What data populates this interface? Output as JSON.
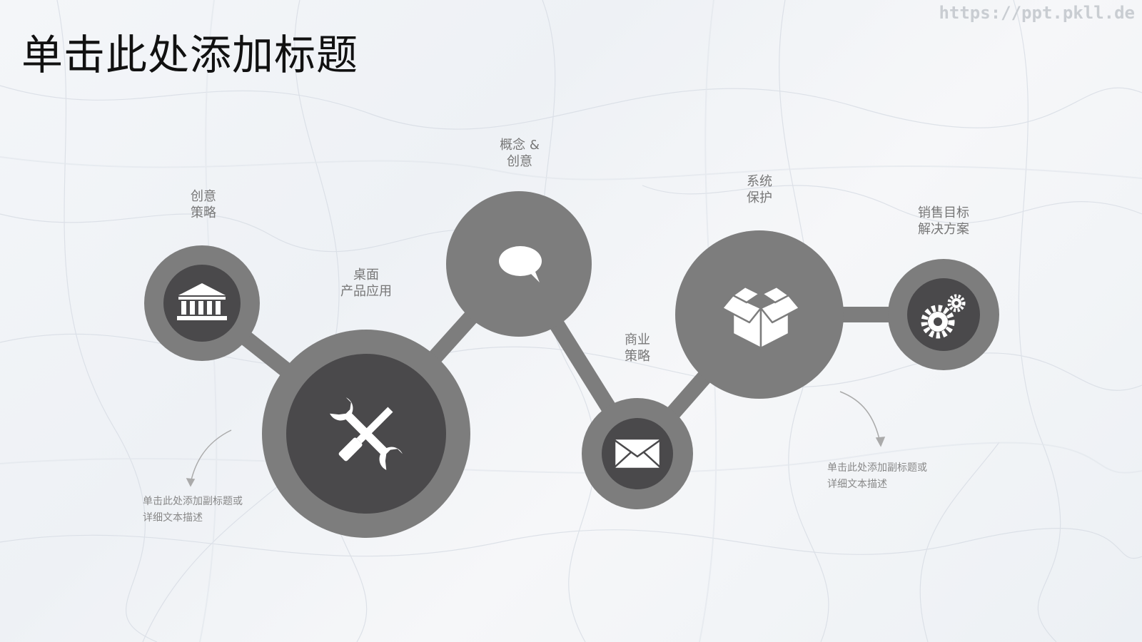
{
  "slide": {
    "title": "单击此处添加标题",
    "watermark": "https://ppt.pkll.de"
  },
  "nodes": [
    {
      "id": "strategy",
      "icon": "bank-icon",
      "label_line1": "创意",
      "label_line2": "策略"
    },
    {
      "id": "desktop",
      "icon": "wrench-screwdriver-icon",
      "label_line1": "桌面",
      "label_line2": "产品应用"
    },
    {
      "id": "concept",
      "icon": "speech-bubble-icon",
      "label_line1": "概念 &",
      "label_line2": "创意"
    },
    {
      "id": "business",
      "icon": "envelope-icon",
      "label_line1": "商业",
      "label_line2": "策略"
    },
    {
      "id": "system",
      "icon": "open-box-icon",
      "label_line1": "系统",
      "label_line2": "保护"
    },
    {
      "id": "sales",
      "icon": "gears-icon",
      "label_line1": "销售目标",
      "label_line2": "解决方案"
    }
  ],
  "descriptions": [
    {
      "line1": "单击此处添加副标题或",
      "line2": "详细文本描述"
    },
    {
      "line1": "单击此处添加副标题或",
      "line2": "详细文本描述"
    }
  ],
  "colors": {
    "outer_ring": "#7d7d7d",
    "inner_circle": "#4a494b",
    "connector": "#7d7d7d",
    "icon": "#ffffff",
    "label": "#777777"
  }
}
